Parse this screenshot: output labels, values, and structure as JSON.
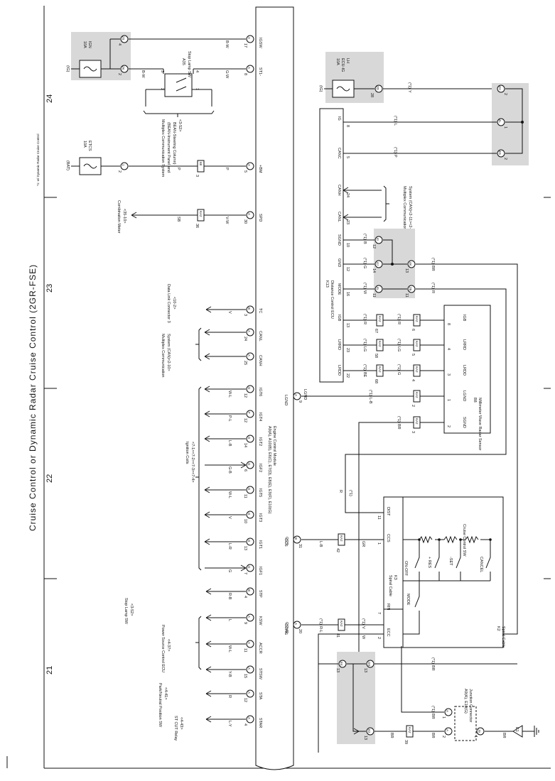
{
  "title": "Cruise Control or Dynamic Radar Cruise Control (2GR-FSE)",
  "footnote": "*1: w/ Dynamic Radar Cruise Control",
  "sections": [
    "21",
    "22",
    "23",
    "24"
  ],
  "ecm": {
    "name": "Engine Control Module",
    "code": "A9(A), A10(B), E6(C), E7(D), E8(E), E9(F), E10(G)",
    "pins": [
      {
        "label": "IGSW",
        "pin": "17",
        "conn": "A"
      },
      {
        "label": "ST1-",
        "pin": "8",
        "conn": "A"
      },
      {
        "label": "+BM",
        "pin": "5",
        "conn": "A"
      },
      {
        "label": "SPD",
        "pin": "30",
        "conn": "A"
      },
      {
        "label": "TC",
        "pin": "3",
        "conn": "B"
      },
      {
        "label": "CANL",
        "pin": "24",
        "conn": "A"
      },
      {
        "label": "CANH",
        "pin": "25",
        "conn": "A"
      },
      {
        "label": "IGT6",
        "pin": "12",
        "conn": "G"
      },
      {
        "label": "IGT4",
        "pin": "12",
        "conn": "F"
      },
      {
        "label": "IGT2",
        "pin": "14",
        "conn": "G"
      },
      {
        "label": "IGF2",
        "pin": "6",
        "conn": "G"
      },
      {
        "label": "IGT5",
        "pin": "11",
        "conn": "G"
      },
      {
        "label": "IGT3",
        "pin": "10",
        "conn": "G"
      },
      {
        "label": "IGT1",
        "pin": "13",
        "conn": "G"
      },
      {
        "label": "IGF1",
        "pin": "7",
        "conn": "G"
      },
      {
        "label": "STP",
        "pin": "4",
        "conn": "B"
      },
      {
        "label": "KSW",
        "pin": "9",
        "conn": "A"
      },
      {
        "label": "ACCR",
        "pin": "11",
        "conn": "A"
      },
      {
        "label": "STSW",
        "pin": "15",
        "conn": "A"
      },
      {
        "label": "STA",
        "pin": "12",
        "conn": "A"
      },
      {
        "label": "STAR",
        "pin": "4",
        "conn": "A"
      },
      {
        "label": "LGND",
        "pin": "9",
        "conn": "A"
      },
      {
        "label": "CCS",
        "pin": "31",
        "conn": "B"
      },
      {
        "label": "CCHG",
        "pin": "20",
        "conn": "A"
      }
    ]
  },
  "wires": {
    "igsw": "B-W",
    "st1": "G-W",
    "stop_in": "B-W",
    "bm": "P",
    "bm2": "P",
    "spd": "V-W",
    "spd2": "SB",
    "tc": "V",
    "igt6": "W-L",
    "igt4": "P-L",
    "igt2": "L-B",
    "igf2": "G-B",
    "igt5": "W-L",
    "igt3": "V",
    "igt1": "L-R",
    "igf1": "G",
    "stp": "R-B",
    "ksw": "L",
    "accr": "W-L",
    "stsw": "Y-B",
    "sta": "R",
    "star": "L-Y",
    "lgnd": "L-B",
    "ccs": "L-B",
    "ccs2": "GR",
    "cchg": "R-L",
    "cchg2": "V",
    "ecu_ig": "Y",
    "ig_b": "L",
    "canc": "P",
    "sgnd": "B",
    "gnd": "G",
    "gnd2": "BR",
    "mode": "W",
    "mode2": "R",
    "igb": "R",
    "igb2": "R",
    "lrrd": "LG",
    "lrrd2": "LG",
    "lrdd": "BE",
    "lrdd2": "G",
    "lgnd_s": "L-B",
    "sgnd_s": "BR",
    "dist": "R",
    "ecc": "W",
    "spiral_w": "W",
    "br1": "BR",
    "br2": "BR",
    "br3": "BR",
    "br4": "BR",
    "br5": "BR"
  },
  "tags": {
    "star": "*1",
    "paren1": "(*1)"
  },
  "refs": {
    "st_cut": "ST CUT Relay",
    "st_cut_ref": "<4-43>",
    "pnp": "Park/Neutral Position SW",
    "pnp_ref": "<4-41>",
    "psc": "Power Source Control ECU",
    "psc_ref": "<4-37>",
    "stop": "Stop Lamp SW",
    "stop_ref": "<3-52>",
    "coils": "Ignition Coils",
    "coils_ref": "<7-1><7-2><7-3><7-4>",
    "mux1": "Multiplex Communication",
    "mux1b": "System (CAN)<2-10>",
    "dlc": "Data Link Connector 3",
    "dlc_ref": "<10-2>",
    "meter": "Combination Meter",
    "meter_ref": "<35-10>",
    "mux_sys": "Multiplex Communication System",
    "mux_sys2": "(BEAN-Instrument Panel and",
    "mux_sys3": "BEAN-Steering Column)",
    "mux_sys_ref": "<3-52>",
    "mux2": "Multiplex Communication",
    "mux2b": "System (CAN)<2-11><2-12>"
  },
  "fuses": {
    "ign": {
      "amps": "10A",
      "name": "IGN",
      "src": "(IG)",
      "conn": "2",
      "conn2": "2K",
      "conn3": "4",
      "conn4": "2S"
    },
    "etcs": {
      "amps": "10A",
      "name": "ETCS",
      "src": "(BAT)",
      "conn": "1",
      "conn2": "2"
    },
    "ecuig": {
      "amps": "10A",
      "name": "ECU-IG",
      "sub": "LH",
      "src": "(IG)",
      "conn": "28",
      "conn2": "2D"
    }
  },
  "stop_lamp": {
    "code": "A35",
    "name": "Stop Lamp SW",
    "p1": "1",
    "p2": "2",
    "p3": "3",
    "p4": "4"
  },
  "dist_ecu": {
    "code": "K13",
    "name": "Distance Control ECU",
    "pins": [
      {
        "label": "IG",
        "pin": "8"
      },
      {
        "label": "CANC",
        "pin": "5"
      },
      {
        "label": "CANH",
        "pin": "24"
      },
      {
        "label": "CANL",
        "pin": "23"
      },
      {
        "label": "SGND",
        "pin": "10"
      },
      {
        "label": "GND",
        "pin": "12"
      },
      {
        "label": "MODE",
        "pin": "16"
      },
      {
        "label": "IGB",
        "pin": "13"
      },
      {
        "label": "LRRD",
        "pin": "23"
      },
      {
        "label": "LRDD",
        "pin": "22"
      }
    ]
  },
  "radar": {
    "code": "B8",
    "name": "Millimeter Wave Radar Sensor",
    "pins": [
      {
        "label": "IGB",
        "pin": "8"
      },
      {
        "label": "LRRD",
        "pin": "4"
      },
      {
        "label": "LRDD",
        "pin": "3"
      },
      {
        "label": "LGND",
        "pin": "1"
      },
      {
        "label": "SGND",
        "pin": "2"
      }
    ]
  },
  "cruise_sw": {
    "name": "Cruise Control SW",
    "switches": [
      "ON-OFF",
      "+ RES",
      "-SET",
      "CANCEL",
      "MODE"
    ],
    "pins": [
      {
        "label": "DIST",
        "pin": "11"
      },
      {
        "label": "CCS",
        "pin": "1"
      },
      {
        "label": "RIN",
        "pin": "7"
      },
      {
        "label": "ECC",
        "pin": "2"
      }
    ],
    "spiral": "Spiral Cable",
    "k2": "K2",
    "k3": "K3",
    "spiral2": "Spiral Cable"
  },
  "junction": {
    "code": "A9(A), E10(G)",
    "name": "Junction Connector",
    "j1": "J9",
    "j2": "J1",
    "j3": "A",
    "j4": "A"
  },
  "ground": "E1",
  "inline": {
    "ka2": "KA2",
    "ka2b": "KA2",
    "ka2c": "KA2",
    "ka2d": "KA2",
    "ka2e": "KA2",
    "ka2f": "KA2",
    "ka2g": "KA2",
    "ka2h": "KA2",
    "n42": "42",
    "n41": "41",
    "n39": "39",
    "n36": "36",
    "n3": "3",
    "n67": "67",
    "n58": "58",
    "n68": "68",
    "n6": "6",
    "n5": "5",
    "n4": "4",
    "n2": "2",
    "n3b": "3"
  },
  "jcodes": {
    "c4h": "4H",
    "c4f": "4F",
    "c4g": "4G",
    "c4l": "4L",
    "c4i": "4I",
    "c4j": "4J",
    "c4k": "4K",
    "c6e": "6E",
    "c2b": "2B",
    "n2a": "2",
    "n1a": "1",
    "n2b": "2",
    "n12": "12",
    "n14": "14",
    "n13": "13",
    "n11": "11",
    "n13b": "13",
    "n13c": "13",
    "n13d": "13"
  }
}
